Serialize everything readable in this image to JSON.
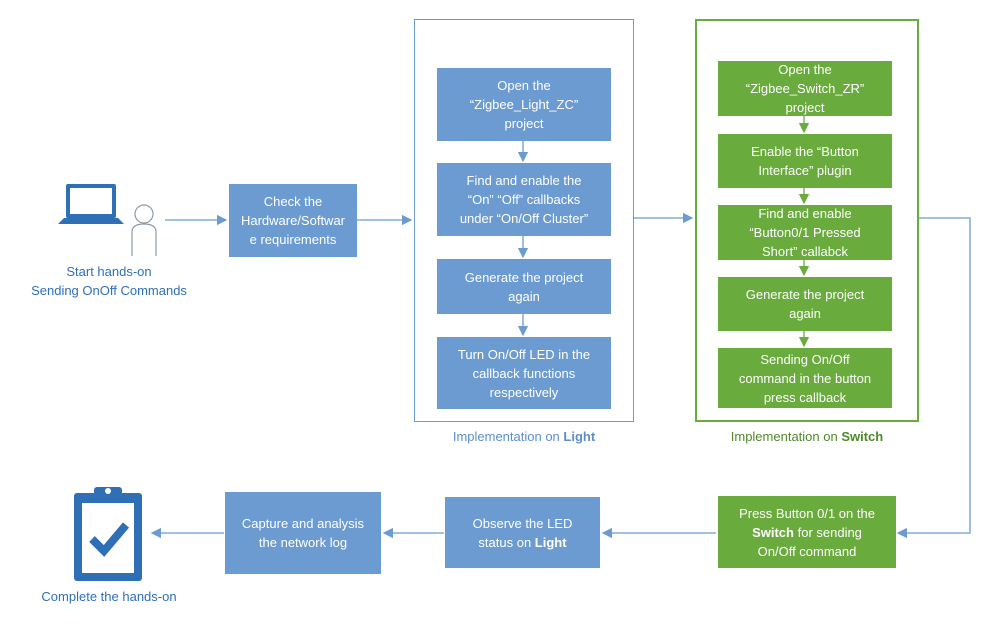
{
  "start": {
    "line1": "Start hands-on",
    "line2": "Sending OnOff Commands"
  },
  "end": {
    "label": "Complete the hands-on"
  },
  "check": {
    "line1": "Check the",
    "line2": "Hardware/Softwar",
    "line3": "e requirements"
  },
  "light": {
    "caption_prefix": "Implementation on ",
    "caption_bold": "Light",
    "steps": [
      {
        "line1": "Open the",
        "line2": "“Zigbee_Light_ZC”",
        "line3": "project"
      },
      {
        "line1": "Find and enable the",
        "line2": "“On” “Off” callbacks",
        "line3": "under “On/Off Cluster”"
      },
      {
        "line1": "Generate the project",
        "line2": "again"
      },
      {
        "line1": "Turn On/Off LED in the",
        "line2": "callback functions",
        "line3": "respectively"
      }
    ]
  },
  "switch": {
    "caption_prefix": "Implementation on ",
    "caption_bold": "Switch",
    "steps": [
      {
        "line1": "Open the",
        "line2": "“Zigbee_Switch_ZR”",
        "line3": "project"
      },
      {
        "line1": "Enable the “Button",
        "line2": "Interface” plugin"
      },
      {
        "line1": "Find and enable",
        "line2": "“Button0/1 Pressed",
        "line3": "Short” callabck"
      },
      {
        "line1": "Generate the project",
        "line2": "again"
      },
      {
        "line1": "Sending On/Off",
        "line2": "command in the button",
        "line3": "press callback"
      }
    ]
  },
  "press": {
    "line1": "Press Button 0/1 on the",
    "line2_bold": "Switch",
    "line2_rest": " for sending",
    "line3": "On/Off command"
  },
  "observe": {
    "line1": "Observe the LED",
    "line2_prefix": "status on ",
    "line2_bold": "Light"
  },
  "capture": {
    "line1": "Capture and analysis",
    "line2": "the network log"
  },
  "colors": {
    "blue": "#6b9bd1",
    "green": "#6aab3d",
    "icon_blue": "#2f6fb6",
    "arrow": "#6b9bd1"
  },
  "icons": [
    "laptop-user-icon",
    "clipboard-check-icon"
  ]
}
